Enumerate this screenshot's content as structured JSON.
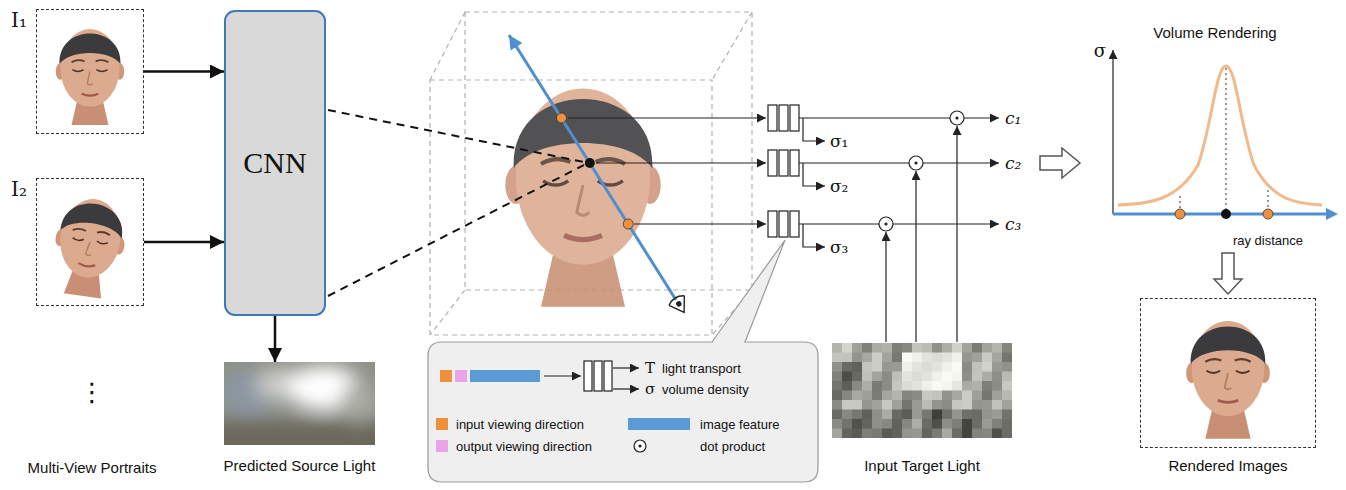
{
  "diagram": {
    "nodes": [
      {
        "text": [
          "I₁"
        ]
      },
      {
        "text": [
          "I₂"
        ]
      },
      {
        "text": [
          "CNN"
        ]
      },
      {
        "text": [
          "Predicted Source Light"
        ]
      },
      {
        "text": [
          "Input Target Light"
        ]
      },
      {
        "text": [
          "Volume Rendering"
        ]
      },
      {
        "text": [
          "Rendered Images"
        ]
      }
    ],
    "edges": [
      {
        "from": 0,
        "to": 2,
        "arrow": "to"
      },
      {
        "from": 1,
        "to": 2,
        "arrow": "to"
      },
      {
        "from": 2,
        "to": 3,
        "arrow": "to"
      },
      {
        "from": 5,
        "to": 6,
        "arrow": "to"
      }
    ],
    "labels": [
      "⋮",
      "Multi-View Portraits",
      "σ₁",
      "σ₂",
      "σ₃",
      "c₁",
      "c₂",
      "c₃",
      "T",
      "light transport",
      "σ",
      "volume density",
      "σ",
      "ray distance"
    ],
    "legend": [
      {
        "text": "input viewing direction",
        "color": "#f0903c"
      },
      {
        "text": "output viewing direction",
        "color": "#e9a3e6"
      },
      {
        "text": "image feature",
        "color": "#5b9bd5"
      },
      {
        "text": "dot product"
      }
    ]
  }
}
